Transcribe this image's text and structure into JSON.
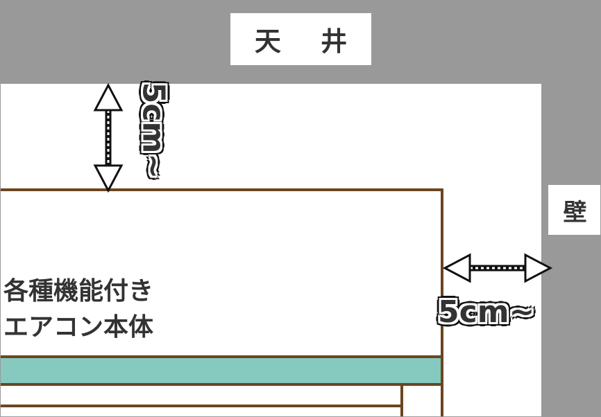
{
  "labels": {
    "ceiling": "天 井",
    "wall": "壁",
    "unit_line1": "各種機能付き",
    "unit_line2": "エアコン本体",
    "clearance_top": "5cm~",
    "clearance_side": "5cm~"
  },
  "colors": {
    "surface_gray": "#999999",
    "unit_outline": "#6b4520",
    "vane_teal": "#85c9bf"
  }
}
